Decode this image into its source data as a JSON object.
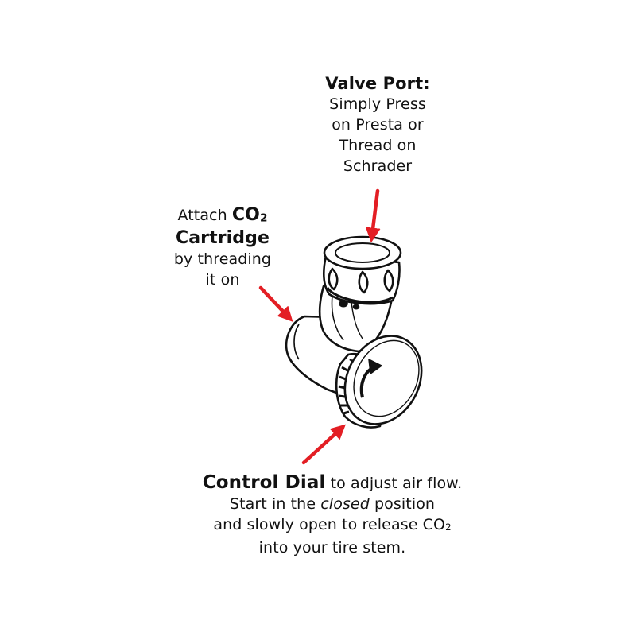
{
  "colors": {
    "arrow": "#e31e24",
    "ink": "#111111",
    "background": "#ffffff"
  },
  "valve_port": {
    "title": "Valve Port:",
    "lines": [
      "Simply Press",
      "on Presta or",
      "Thread on",
      "Schrader"
    ]
  },
  "cartridge": {
    "prefix": "Attach ",
    "bold_co": "CO",
    "bold_sub": "2",
    "bold_line": "Cartridge",
    "lines": [
      "by threading",
      "it on"
    ]
  },
  "control_dial": {
    "title": "Control Dial",
    "title_rest": " to adjust air flow.",
    "line2_a": "Start in the ",
    "line2_em": "closed",
    "line2_b": " position",
    "line3_a": "and slowly open to release CO",
    "line3_sub": "2",
    "line4": "into your tire stem."
  },
  "icons": {
    "device": "co2-inflator-head-illustration",
    "arrow": "red-arrow-icon",
    "rotate": "curved-rotate-arrow-icon"
  }
}
